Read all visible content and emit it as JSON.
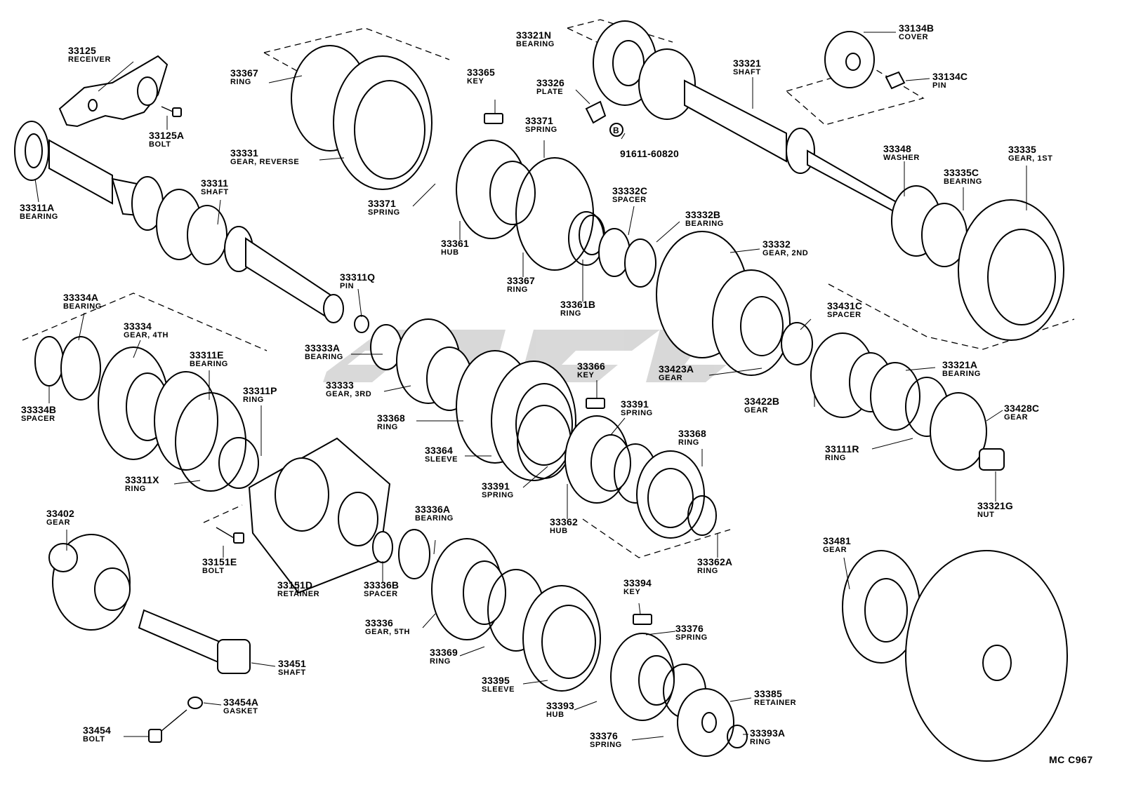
{
  "diagram": {
    "drawing_code": "MC C967",
    "callouts": [
      {
        "id": "c-33125",
        "number": "33125",
        "desc": "RECEIVER"
      },
      {
        "id": "c-33125a",
        "number": "33125A",
        "desc": "BOLT"
      },
      {
        "id": "c-33311a",
        "number": "33311A",
        "desc": "BEARING"
      },
      {
        "id": "c-33311",
        "number": "33311",
        "desc": "SHAFT"
      },
      {
        "id": "c-33367-top",
        "number": "33367",
        "desc": "RING"
      },
      {
        "id": "c-33331",
        "number": "33331",
        "desc": "GEAR, REVERSE"
      },
      {
        "id": "c-33365",
        "number": "33365",
        "desc": "KEY"
      },
      {
        "id": "c-33371-top",
        "number": "33371",
        "desc": "SPRING"
      },
      {
        "id": "c-33371-mid",
        "number": "33371",
        "desc": "SPRING"
      },
      {
        "id": "c-33361",
        "number": "33361",
        "desc": "HUB"
      },
      {
        "id": "c-33367-mid",
        "number": "33367",
        "desc": "RING"
      },
      {
        "id": "c-33361b",
        "number": "33361B",
        "desc": "RING"
      },
      {
        "id": "c-33326",
        "number": "33326",
        "desc": "PLATE"
      },
      {
        "id": "c-91611",
        "number": "91611-60820",
        "desc": ""
      },
      {
        "id": "c-33321n",
        "number": "33321N",
        "desc": "BEARING"
      },
      {
        "id": "c-33321",
        "number": "33321",
        "desc": "SHAFT"
      },
      {
        "id": "c-33134b",
        "number": "33134B",
        "desc": "COVER"
      },
      {
        "id": "c-33134c",
        "number": "33134C",
        "desc": "PIN"
      },
      {
        "id": "c-33348",
        "number": "33348",
        "desc": "WASHER"
      },
      {
        "id": "c-33335",
        "number": "33335",
        "desc": "GEAR, 1ST"
      },
      {
        "id": "c-33335c",
        "number": "33335C",
        "desc": "BEARING"
      },
      {
        "id": "c-33332c",
        "number": "33332C",
        "desc": "SPACER"
      },
      {
        "id": "c-33332b",
        "number": "33332B",
        "desc": "BEARING"
      },
      {
        "id": "c-33332",
        "number": "33332",
        "desc": "GEAR, 2ND"
      },
      {
        "id": "c-33311q",
        "number": "33311Q",
        "desc": "PIN"
      },
      {
        "id": "c-33334a",
        "number": "33334A",
        "desc": "BEARING"
      },
      {
        "id": "c-33334",
        "number": "33334",
        "desc": "GEAR, 4TH"
      },
      {
        "id": "c-33311e",
        "number": "33311E",
        "desc": "BEARING"
      },
      {
        "id": "c-33334b",
        "number": "33334B",
        "desc": "SPACER"
      },
      {
        "id": "c-33311p",
        "number": "33311P",
        "desc": "RING"
      },
      {
        "id": "c-33311x",
        "number": "33311X",
        "desc": "RING"
      },
      {
        "id": "c-33333a",
        "number": "33333A",
        "desc": "BEARING"
      },
      {
        "id": "c-33333",
        "number": "33333",
        "desc": "GEAR, 3RD"
      },
      {
        "id": "c-33366",
        "number": "33366",
        "desc": "KEY"
      },
      {
        "id": "c-33391-top",
        "number": "33391",
        "desc": "SPRING"
      },
      {
        "id": "c-33423a",
        "number": "33423A",
        "desc": "GEAR"
      },
      {
        "id": "c-33431c",
        "number": "33431C",
        "desc": "SPACER"
      },
      {
        "id": "c-33321a",
        "number": "33321A",
        "desc": "BEARING"
      },
      {
        "id": "c-33422b",
        "number": "33422B",
        "desc": "GEAR"
      },
      {
        "id": "c-33428c",
        "number": "33428C",
        "desc": "GEAR"
      },
      {
        "id": "c-33111r",
        "number": "33111R",
        "desc": "RING"
      },
      {
        "id": "c-33321g",
        "number": "33321G",
        "desc": "NUT"
      },
      {
        "id": "c-33368-left",
        "number": "33368",
        "desc": "RING"
      },
      {
        "id": "c-33364",
        "number": "33364",
        "desc": "SLEEVE"
      },
      {
        "id": "c-33368-right",
        "number": "33368",
        "desc": "RING"
      },
      {
        "id": "c-33391-low",
        "number": "33391",
        "desc": "SPRING"
      },
      {
        "id": "c-33362",
        "number": "33362",
        "desc": "HUB"
      },
      {
        "id": "c-33362a",
        "number": "33362A",
        "desc": "RING"
      },
      {
        "id": "c-33402",
        "number": "33402",
        "desc": "GEAR"
      },
      {
        "id": "c-33151e",
        "number": "33151E",
        "desc": "BOLT"
      },
      {
        "id": "c-33151d",
        "number": "33151D",
        "desc": "RETAINER"
      },
      {
        "id": "c-33336a",
        "number": "33336A",
        "desc": "BEARING"
      },
      {
        "id": "c-33336b",
        "number": "33336B",
        "desc": "SPACER"
      },
      {
        "id": "c-33336",
        "number": "33336",
        "desc": "GEAR, 5TH"
      },
      {
        "id": "c-33369",
        "number": "33369",
        "desc": "RING"
      },
      {
        "id": "c-33394",
        "number": "33394",
        "desc": "KEY"
      },
      {
        "id": "c-33376-top",
        "number": "33376",
        "desc": "SPRING"
      },
      {
        "id": "c-33395",
        "number": "33395",
        "desc": "SLEEVE"
      },
      {
        "id": "c-33393",
        "number": "33393",
        "desc": "HUB"
      },
      {
        "id": "c-33385",
        "number": "33385",
        "desc": "RETAINER"
      },
      {
        "id": "c-33376-low",
        "number": "33376",
        "desc": "SPRING"
      },
      {
        "id": "c-33393a",
        "number": "33393A",
        "desc": "RING"
      },
      {
        "id": "c-33481",
        "number": "33481",
        "desc": "GEAR"
      },
      {
        "id": "c-33451",
        "number": "33451",
        "desc": "SHAFT"
      },
      {
        "id": "c-33454a",
        "number": "33454A",
        "desc": "GASKET"
      },
      {
        "id": "c-33454",
        "number": "33454",
        "desc": "BOLT"
      }
    ]
  }
}
